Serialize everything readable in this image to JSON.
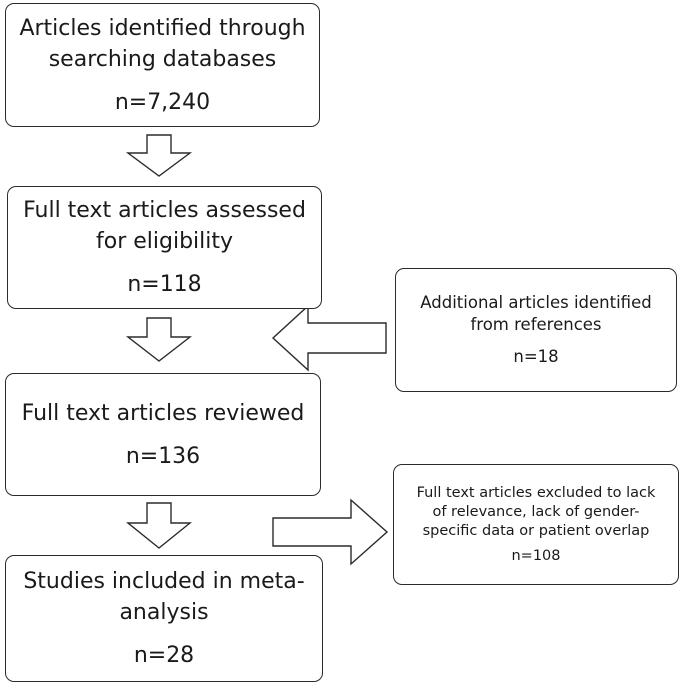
{
  "boxes": [
    {
      "lines": [
        "Articles identified through",
        "searching databases"
      ],
      "n": "n=7,240"
    },
    {
      "lines": [
        "Full text articles assessed",
        "for eligibility"
      ],
      "n": "n=118"
    },
    {
      "lines": [
        "Full text articles reviewed"
      ],
      "n": "n=136"
    },
    {
      "lines": [
        "Studies included in meta-",
        "analysis"
      ],
      "n": "n=28"
    },
    {
      "lines": [
        "Additional articles identified",
        "from references"
      ],
      "n": "n=18"
    },
    {
      "lines": [
        "Full text articles excluded to lack",
        "of relevance, lack of gender-",
        "specific data or patient overlap"
      ],
      "n": "n=108"
    }
  ]
}
